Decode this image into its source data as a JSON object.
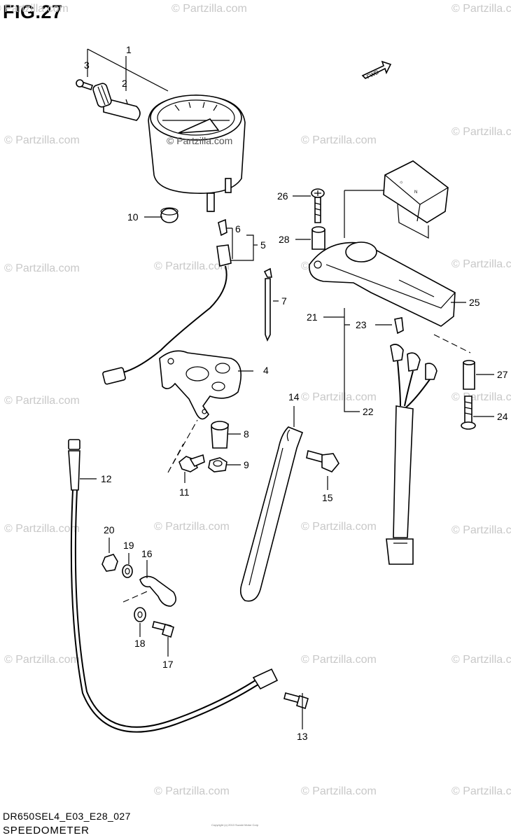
{
  "title": "FIG.27",
  "footer": {
    "code": "DR650SEL4_E03_E28_027",
    "name": "SPEEDOMETER",
    "copyright": "Copyright (c) 2013 Suzuki Motor Corp"
  },
  "watermark": {
    "text": "© Partzilla.com",
    "center_text": "© Partzilla.com",
    "color": "#c8c8c8"
  },
  "fwd_label": "FWD",
  "callouts": {
    "c1": "1",
    "c2": "2",
    "c3": "3",
    "c4": "4",
    "c5": "5",
    "c6": "6",
    "c7": "7",
    "c8": "8",
    "c9": "9",
    "c10": "10",
    "c11": "11",
    "c12": "12",
    "c13": "13",
    "c14": "14",
    "c15": "15",
    "c16": "16",
    "c17": "17",
    "c18": "18",
    "c19": "19",
    "c20": "20",
    "c21": "21",
    "c22": "22",
    "c23": "23",
    "c24": "24",
    "c25": "25",
    "c26": "26",
    "c27": "27",
    "c28": "28"
  },
  "icons": [
    "speedometer-assembly",
    "knob",
    "screw",
    "bulb-socket",
    "bracket",
    "cable",
    "indicator-lamp-housing"
  ]
}
